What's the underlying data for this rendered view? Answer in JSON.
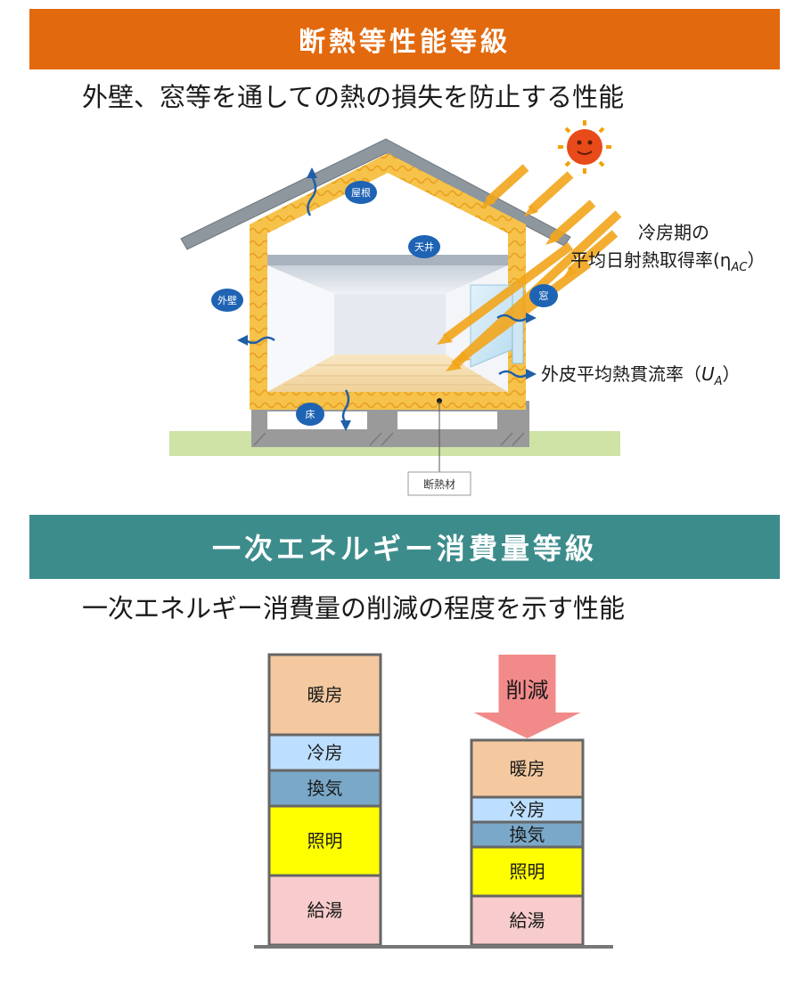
{
  "header1": {
    "title": "断熱等性能等級"
  },
  "header1_desc": "外壁、窓等を通しての熱の損失を防止する性能",
  "house": {
    "labels": {
      "roof": "屋根",
      "ceiling": "天井",
      "wall": "外壁",
      "window": "窓",
      "floor": "床",
      "insulation": "断熱材"
    },
    "cooling_label_line1": "冷房期の",
    "cooling_label_line2": "平均日射熱取得率(η",
    "cooling_label_sub": "AC",
    "cooling_label_close": "）",
    "ua_label": "外皮平均熱貫流率（",
    "ua_var": "U",
    "ua_sub": "A",
    "ua_close": "）"
  },
  "header2": {
    "title": "一次エネルギー消費量等級"
  },
  "header2_desc": "一次エネルギー消費量の削減の程度を示す性能",
  "chart_data": {
    "type": "bar",
    "stacked": true,
    "categories": [
      "",
      ""
    ],
    "series": [
      {
        "name": "暖房",
        "values": [
          90,
          64
        ]
      },
      {
        "name": "冷房",
        "values": [
          40,
          28
        ]
      },
      {
        "name": "換気",
        "values": [
          40,
          28
        ]
      },
      {
        "name": "照明",
        "values": [
          78,
          55
        ]
      },
      {
        "name": "給湯",
        "values": [
          78,
          55
        ]
      }
    ],
    "annotation": "削減",
    "colors": {
      "暖房": "#f4c9a0",
      "冷房": "#bcdfff",
      "換気": "#7aa8c8",
      "照明": "#ffff00",
      "給湯": "#f8cccc",
      "arrow": "#f28a8a"
    }
  }
}
